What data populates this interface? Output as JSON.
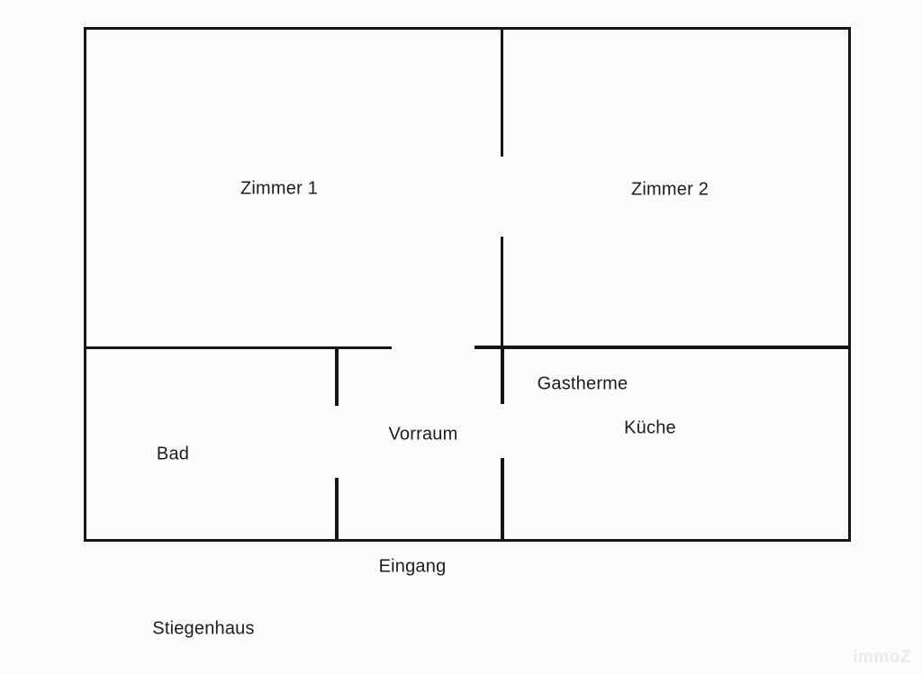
{
  "floorplan": {
    "rooms": {
      "zimmer1": "Zimmer 1",
      "zimmer2": "Zimmer 2",
      "bad": "Bad",
      "vorraum": "Vorraum",
      "kueche": "Küche"
    },
    "fixtures": {
      "gastherme": "Gastherme"
    },
    "exterior": {
      "eingang": "Eingang",
      "stiegenhaus": "Stiegenhaus"
    },
    "watermark": "immoZ",
    "colors": {
      "wall": "#161616",
      "background": "#fcfcfc",
      "text": "#1c1c1c",
      "watermark": "#ebebeb"
    }
  }
}
